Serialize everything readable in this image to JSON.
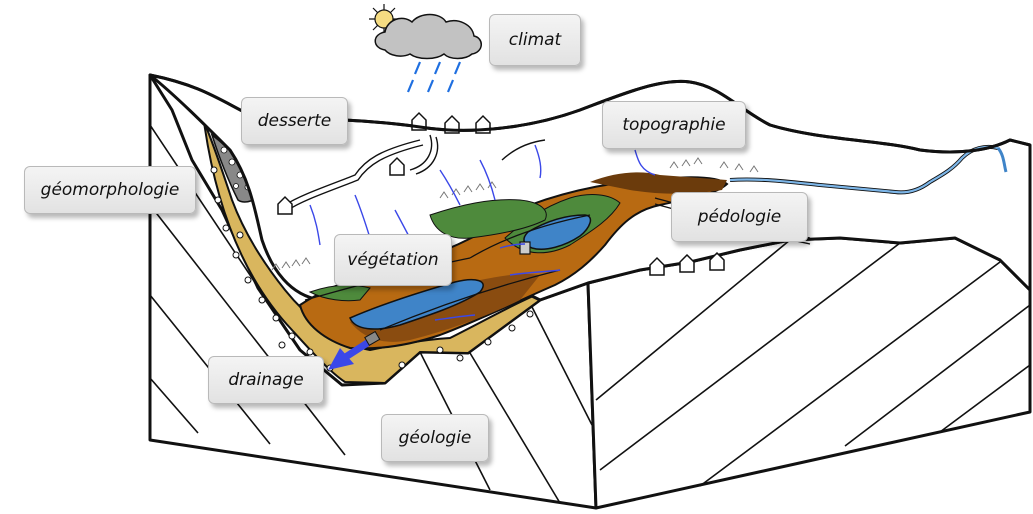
{
  "labels": {
    "climat": "climat",
    "desserte": "desserte",
    "topographie": "topographie",
    "geomorphologie": "géomorphologie",
    "pedologie": "pédologie",
    "vegetation": "végétation",
    "drainage": "drainage",
    "geologie": "géologie"
  },
  "colors": {
    "outline": "#111111",
    "sediment": "#d9b65e",
    "peat_brown": "#b86a12",
    "dark_brown": "#6b3b0c",
    "water": "#3f84c8",
    "vegetation_green": "#4e8a3c",
    "flow_arrow": "#3b48e8",
    "rain": "#1f6fe0",
    "cloud": "#c2c2c2",
    "sun": "#f5dc82"
  }
}
